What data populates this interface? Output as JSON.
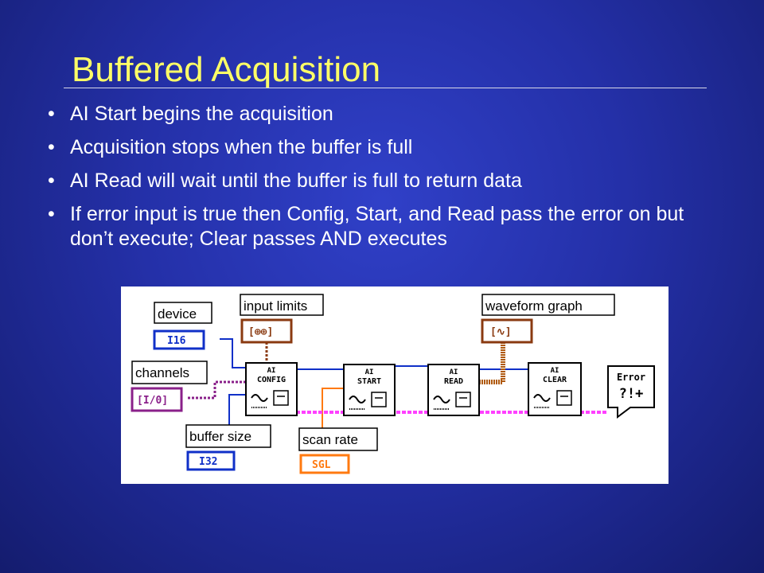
{
  "slide": {
    "title": "Buffered Acquisition",
    "bullets": [
      "AI Start begins the acquisition",
      "Acquisition stops when the buffer is full",
      "AI Read will wait until the buffer is full to return data",
      "If error input is true then Config, Start, and Read pass the error on but don’t execute; Clear passes AND executes"
    ],
    "bullet_symbol": "•"
  },
  "diagram": {
    "controls": {
      "device": {
        "label": "device",
        "type": "I16",
        "color": "#1030c8"
      },
      "channels": {
        "label": "channels",
        "type": "[I/0]",
        "color": "#8a208a"
      },
      "buffer_size": {
        "label": "buffer size",
        "type": "I32",
        "color": "#1030c8"
      },
      "input_limits": {
        "label": "input limits",
        "type": "[⊕⊕]",
        "color": "#8a3a10"
      },
      "scan_rate": {
        "label": "scan rate",
        "type": "SGL",
        "color": "#ff7a10"
      },
      "waveform_graph": {
        "label": "waveform graph",
        "type": "[∿]",
        "color": "#8a3a10"
      }
    },
    "vis": {
      "config": {
        "line1": "AI",
        "line2": "CONFIG"
      },
      "start": {
        "line1": "AI",
        "line2": "START"
      },
      "read": {
        "line1": "AI",
        "line2": "READ"
      },
      "clear": {
        "line1": "AI",
        "line2": "CLEAR"
      }
    },
    "error_handler": {
      "line1": "Error",
      "line2": "?!+"
    },
    "wire_colors": {
      "int": "#1030c8",
      "error": "#ff40ff",
      "cluster": "#8a208a",
      "float": "#ff7a10",
      "array": "#b05a10"
    }
  }
}
